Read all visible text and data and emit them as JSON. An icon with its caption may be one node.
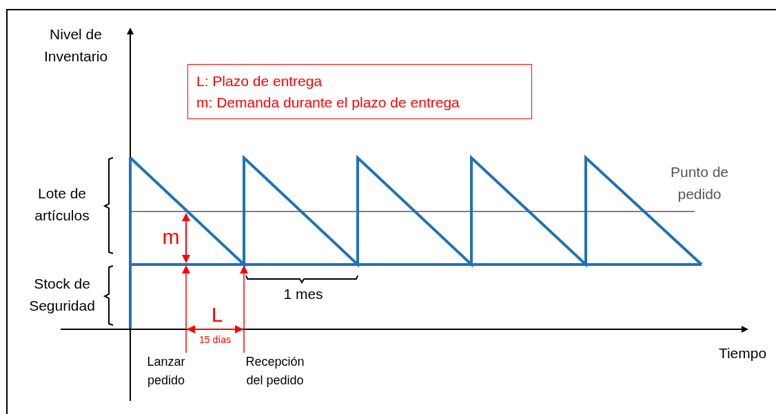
{
  "diagram": {
    "nodes": [
      {
        "text": [
          "L: Plazo de entrega",
          "m: Demanda durante el plazo de entrega"
        ]
      },
      {
        "text": [
          "Lanzar pedido"
        ]
      },
      {
        "text": [
          "Recepción del pedido"
        ]
      }
    ],
    "edges": [
      {
        "from": 1,
        "to": null,
        "arrow": "to",
        "color": "#ff0000"
      },
      {
        "from": 2,
        "to": null,
        "arrow": "to",
        "color": "#ff0000"
      }
    ],
    "labels": [
      "Nivel de Inventario",
      "Punto de pedido",
      "Lote de artículos",
      "m",
      "Stock de Seguridad",
      "1 mes",
      "L",
      "15 días",
      "Tiempo"
    ]
  }
}
